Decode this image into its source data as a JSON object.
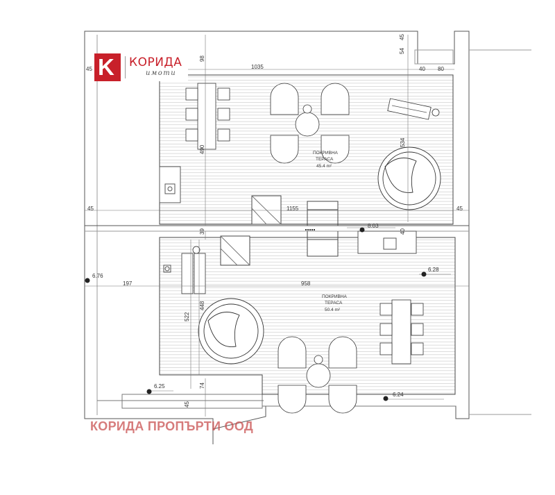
{
  "logo": {
    "name": "КОРИДА",
    "subtitle": "имоти",
    "mark": "K"
  },
  "watermark": "КОРИДА ПРОПЪРТИ ООД",
  "terrace_upper": {
    "title_line1": "ПОКРИВНА",
    "title_line2": "ТЕРАСА",
    "area": "45.4 m²"
  },
  "terrace_lower": {
    "title_line1": "ПОКРИВНА",
    "title_line2": "ТЕРАСА",
    "area": "50.4 m²"
  },
  "dimensions": {
    "top_45": "45",
    "top_54": "54",
    "top_98": "98",
    "width_1035": "1035",
    "right_40": "40",
    "right_80": "80",
    "left_45_top": "45",
    "height_490": "490",
    "height_534": "534",
    "left_45_mid": "45",
    "right_45_mid": "45",
    "width_1155": "1155",
    "mid_39": "39",
    "mid_40": "40",
    "width_197": "197",
    "width_958": "958",
    "height_448": "448",
    "height_522": "522",
    "bottom_74": "74",
    "bottom_45": "45"
  },
  "levels": {
    "lvl_803": "8.03",
    "lvl_676": "6.76",
    "lvl_628": "6.28",
    "lvl_625": "6.25",
    "lvl_624": "6.24"
  }
}
